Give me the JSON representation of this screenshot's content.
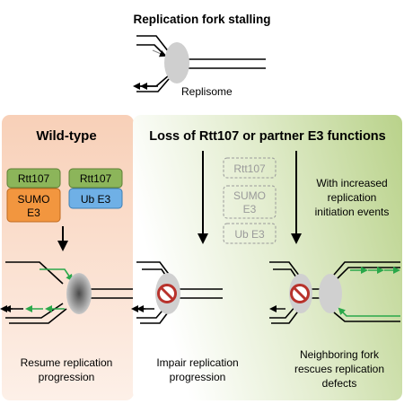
{
  "top": {
    "title": "Replication fork stalling",
    "replisome_label": "Replisome"
  },
  "wild_type": {
    "title": "Wild-type",
    "proteins": {
      "rtt107_a": "Rtt107",
      "sumo_e3_line1": "SUMO",
      "sumo_e3_line2": "E3",
      "rtt107_b": "Rtt107",
      "ub_e3": "Ub E3"
    },
    "outcome_line1": "Resume replication",
    "outcome_line2": "progression"
  },
  "loss": {
    "title": "Loss of Rtt107 or partner E3 functions",
    "missing": {
      "rtt107": "Rtt107",
      "sumo_line1": "SUMO",
      "sumo_line2": "E3",
      "ub_e3": "Ub E3"
    },
    "increased_line1": "With increased",
    "increased_line2": "replication",
    "increased_line3": "initiation events",
    "impair_line1": "Impair replication",
    "impair_line2": "progression",
    "rescue_line1": "Neighboring fork",
    "rescue_line2": "rescues replication",
    "rescue_line3": "defects"
  },
  "colors": {
    "wt_bg": "#fbe3d5",
    "loss_bg": "#cfdfae",
    "rtt107_fill": "#8cb55a",
    "sumo_fill": "#f2963f",
    "ub_fill": "#6fb0e6",
    "green_arrow": "#2aa84a",
    "no_sign": "#b8322c"
  }
}
